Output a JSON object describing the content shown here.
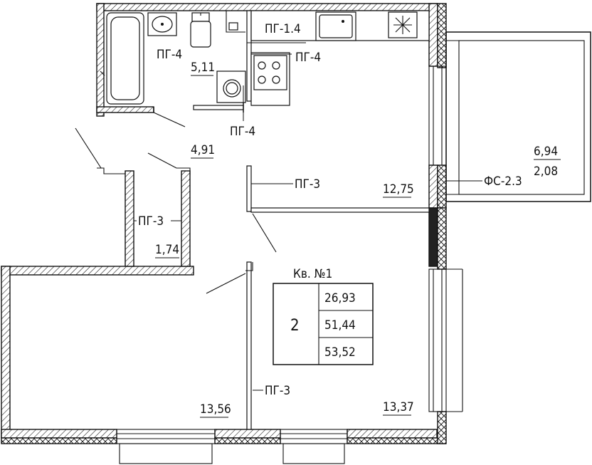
{
  "apartment": {
    "title": "Кв. №1",
    "rooms": "2",
    "living_area": "26,93",
    "total_area": "51,44",
    "total_area_with_balcony": "53,52"
  },
  "rooms": [
    {
      "id": "bathroom",
      "area": "5,11"
    },
    {
      "id": "hallway",
      "area": "4,91"
    },
    {
      "id": "closet",
      "area": "1,74"
    },
    {
      "id": "kitchen",
      "area": "12,75"
    },
    {
      "id": "room-left",
      "area": "13,56"
    },
    {
      "id": "room-right",
      "area": "13,37"
    }
  ],
  "balcony": {
    "area": "6,94",
    "reduced_area": "2,08"
  },
  "partition_labels": {
    "pg14": "ПГ-1.4",
    "pg4_bath": "ПГ-4",
    "pg4_kitchen": "ПГ-4",
    "pg4_hall": "ПГ-4",
    "pg3_kitchen": "ПГ-3",
    "pg3_closet": "ПГ-3",
    "pg3_rooms": "ПГ-3",
    "fs23": "ФС-2.3"
  }
}
